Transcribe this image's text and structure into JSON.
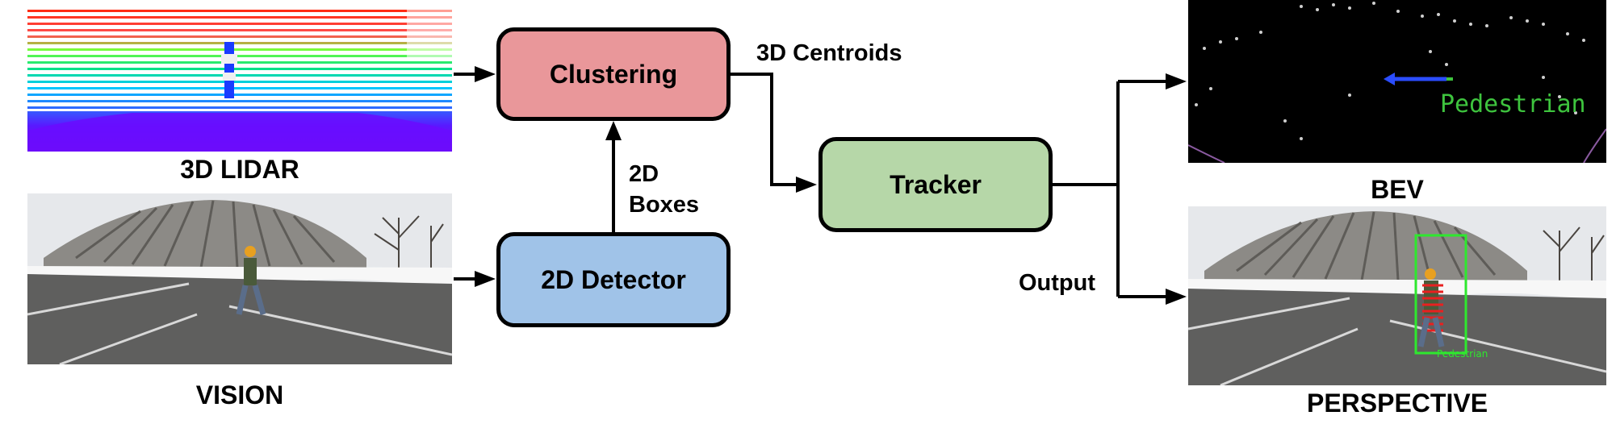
{
  "inputs": {
    "lidar_caption": "3D LIDAR",
    "vision_caption": "VISION"
  },
  "processing": {
    "clustering": "Clustering",
    "detector": "2D Detector",
    "tracker": "Tracker"
  },
  "flow_labels": {
    "centroids": "3D Centroids",
    "boxes_line1": "2D",
    "boxes_line2": "Boxes",
    "output": "Output"
  },
  "outputs": {
    "bev_caption": "BEV",
    "perspective_caption": "PERSPECTIVE",
    "bev_tag": "Pedestrian",
    "perspective_tag": "Pedestrian"
  },
  "colors": {
    "clustering_fill": "#e9979a",
    "detector_fill": "#a0c3e8",
    "tracker_fill": "#b6d7a8",
    "bev_tag": "#3ec43e",
    "perspective_box": "#2ee82e"
  }
}
